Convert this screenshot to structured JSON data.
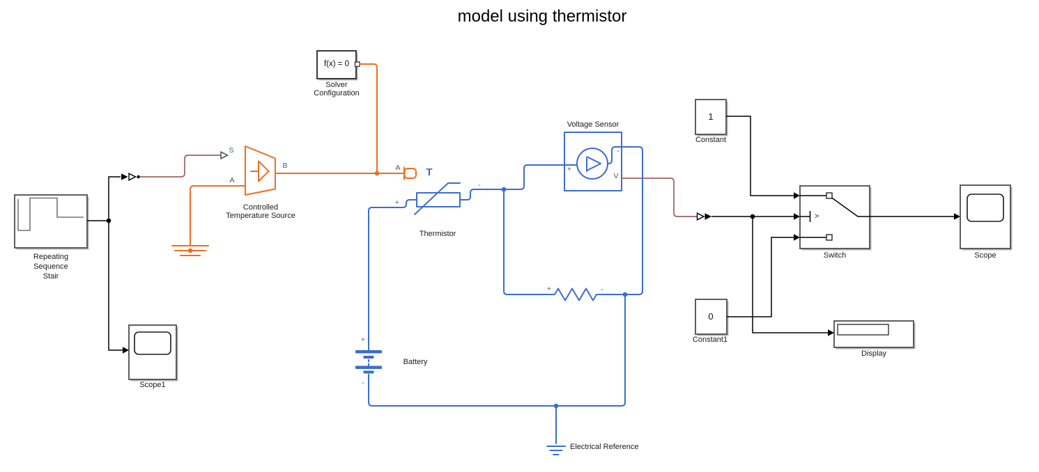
{
  "title": "model using thermistor",
  "colors": {
    "electrical": "#3a6dd0",
    "thermal": "#ed6e1e",
    "physical_signal": "#a06060",
    "signal": "#000000",
    "block_border": "#4d4d4d",
    "port_label": "#3e5f63"
  },
  "blocks": {
    "repeating_sequence_stair": {
      "label1": "Repeating",
      "label2": "Sequence",
      "label3": "Stair"
    },
    "scope1": {
      "label": "Scope1"
    },
    "controlled_temperature_source": {
      "label1": "Controlled",
      "label2": "Temperature Source",
      "port_s": "S",
      "port_a": "A",
      "port_b": "B"
    },
    "solver_configuration": {
      "icon_text": "f(x) = 0",
      "label1": "Solver",
      "label2": "Configuration"
    },
    "thermistor": {
      "label": "Thermistor",
      "port_a": "A",
      "thermal_symbol": "T",
      "port_plus": "+",
      "port_minus": "-"
    },
    "voltage_sensor": {
      "label": "Voltage Sensor",
      "port_plus": "+",
      "port_minus": "-",
      "port_v": "V"
    },
    "resistor": {
      "port_plus": "+",
      "port_minus": "-"
    },
    "battery": {
      "label": "Battery",
      "port_plus": "+",
      "port_minus": "-"
    },
    "electrical_reference": {
      "label": "Electrical Reference"
    },
    "constant": {
      "value": "1",
      "label": "Constant"
    },
    "constant1": {
      "value": "0",
      "label": "Constant1"
    },
    "switch": {
      "label": "Switch",
      "criteria": ">"
    },
    "scope": {
      "label": "Scope"
    },
    "display": {
      "label": "Display"
    }
  }
}
